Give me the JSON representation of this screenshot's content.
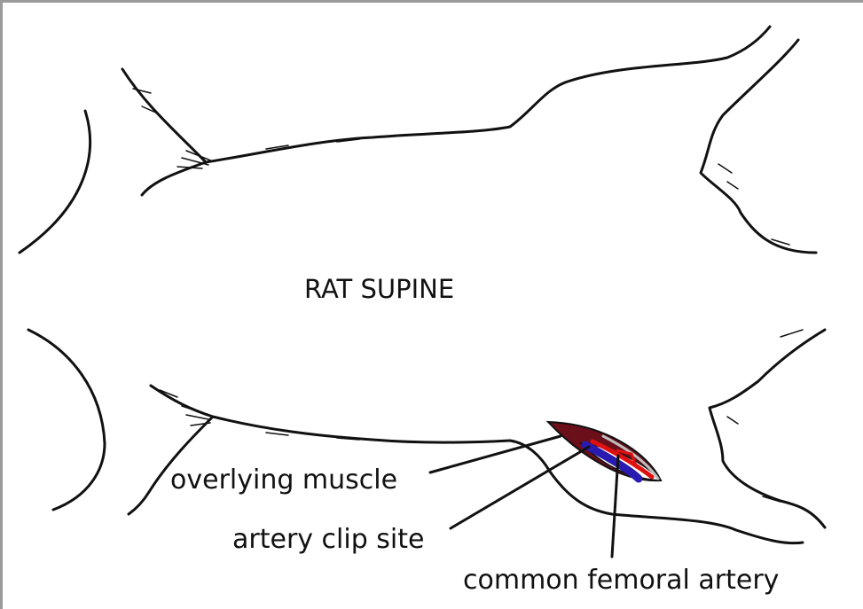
{
  "diagram": {
    "title": "RAT SUPINE",
    "labels": {
      "overlying_muscle": "overlying muscle",
      "artery_clip_site": "artery clip site",
      "common_femoral_artery": "common femoral artery"
    }
  },
  "colors": {
    "outline": "#111111",
    "frame": "#9a9a9a",
    "muscle": "#6b0f1a",
    "artery": "#e01010",
    "vein": "#2a1bb0"
  }
}
